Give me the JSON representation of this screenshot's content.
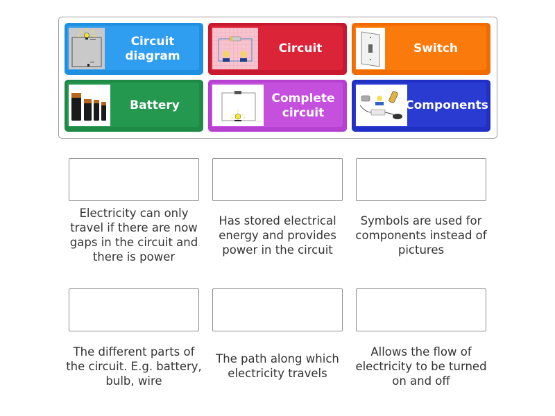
{
  "bank": {
    "tiles": [
      {
        "label": "Circuit diagram",
        "color": "#2f9ef0",
        "icon": "circuit-diagram-image"
      },
      {
        "label": "Circuit",
        "color": "#dc2439",
        "icon": "circuit-bulbs-image"
      },
      {
        "label": "Switch",
        "color": "#fa7a0c",
        "icon": "light-switch-image"
      },
      {
        "label": "Battery",
        "color": "#24984e",
        "icon": "batteries-image"
      },
      {
        "label": "Complete circuit",
        "color": "#c650de",
        "icon": "complete-circuit-image"
      },
      {
        "label": "Components",
        "color": "#2a3bd2",
        "icon": "components-image"
      }
    ]
  },
  "targets": [
    {
      "description": "Electricity can only travel if there are now gaps in the circuit and there is power"
    },
    {
      "description": "Has stored electrical energy and provides power in the circuit"
    },
    {
      "description": "Symbols are used for components instead of pictures"
    },
    {
      "description": "The different parts of the circuit. E.g. battery, bulb, wire"
    },
    {
      "description": "The path along which electricity travels"
    },
    {
      "description": "Allows the flow of electricity to be turned on and off"
    }
  ]
}
